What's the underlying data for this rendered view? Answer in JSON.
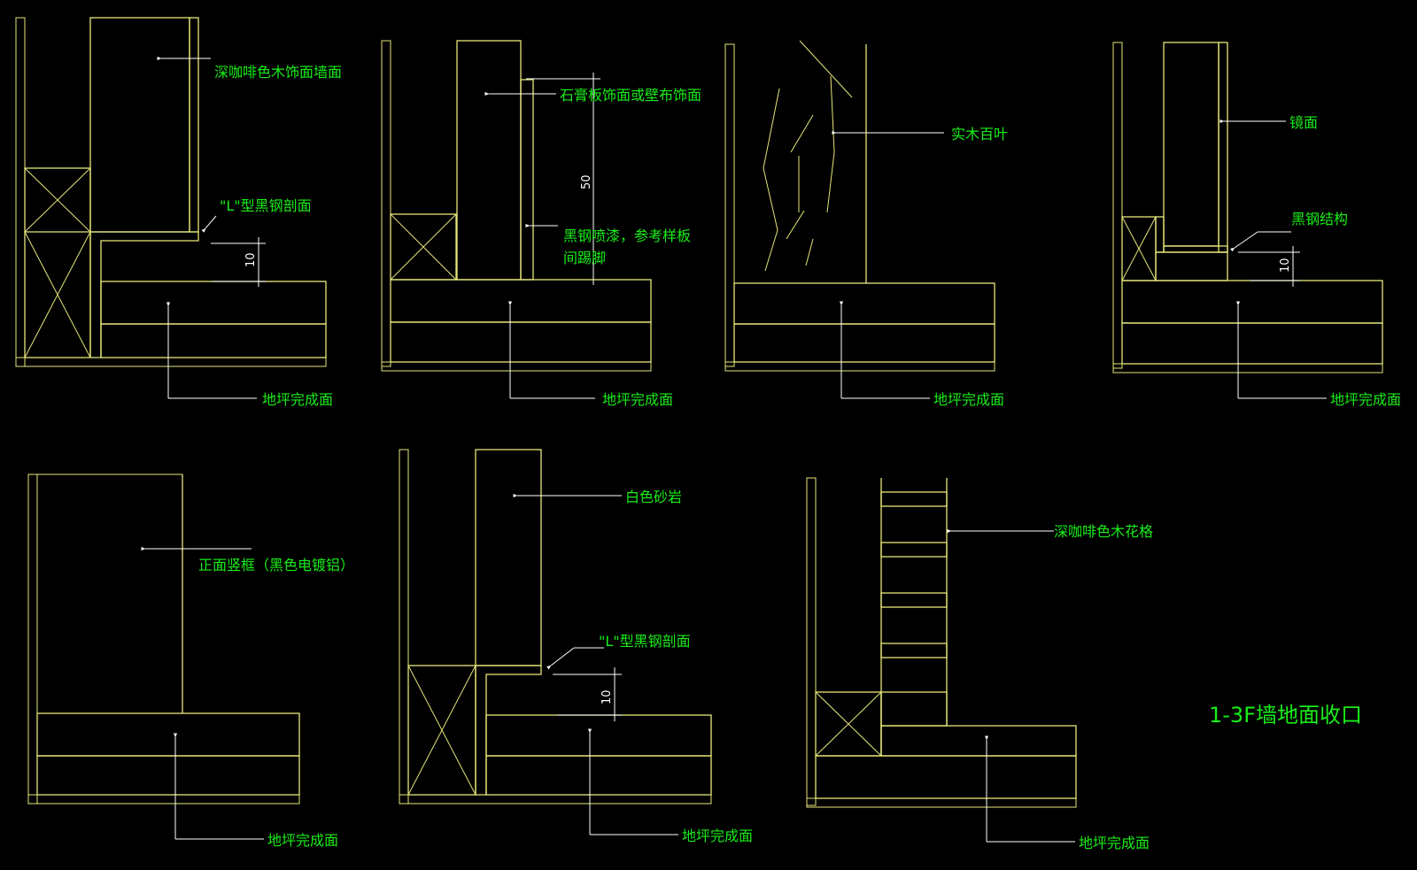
{
  "labels": {
    "d1_wood_wall": "深咖啡色木饰面墙面",
    "d1_l_steel": "\"L\"型黑钢剖面",
    "d1_floor": "地坪完成面",
    "d2_gypsum": "石膏板饰面或壁布饰面",
    "d2_black_steel_1": "黑钢喷漆，参考样板",
    "d2_black_steel_2": "间踢脚",
    "d2_floor": "地坪完成面",
    "d3_louver": "实木百叶",
    "d3_floor": "地坪完成面",
    "d4_mirror": "镜面",
    "d4_black_steel": "黑钢结构",
    "d4_floor": "地坪完成面",
    "d5_frame": "正面竖框（黑色电镀铝）",
    "d5_floor": "地坪完成面",
    "d6_sandstone": "白色砂岩",
    "d6_l_steel": "\"L\"型黑钢剖面",
    "d6_floor": "地坪完成面",
    "d7_lattice": "深咖啡色木花格",
    "d7_floor": "地坪完成面"
  },
  "dimensions": {
    "d1": "10",
    "d2": "50",
    "d4": "10",
    "d6": "10"
  },
  "title": "1-3F墙地面收口",
  "colors": {
    "background": "#000000",
    "linework": "#e6e67a",
    "leader": "#ffffff",
    "text": "#19ee19"
  }
}
